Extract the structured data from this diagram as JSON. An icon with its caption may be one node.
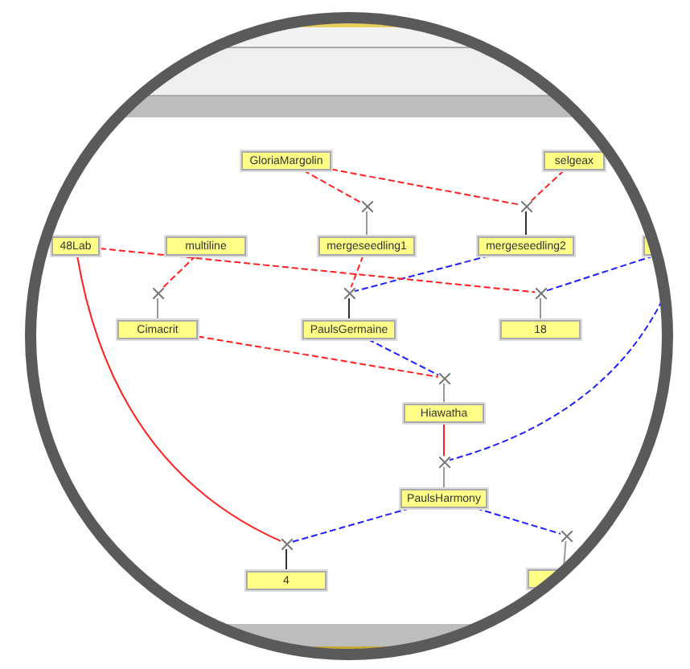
{
  "diagram": {
    "nodes": [
      {
        "text": [
          "GloriaMargolin"
        ]
      },
      {
        "text": [
          "selgeax"
        ]
      },
      {
        "text": [
          "48Lab"
        ]
      },
      {
        "text": [
          "multiline"
        ]
      },
      {
        "text": [
          "mergeseedling1"
        ]
      },
      {
        "text": [
          "mergeseedling2"
        ]
      },
      {
        "text": [],
        "shape": "box"
      },
      {
        "text": [
          "Cimacrit"
        ]
      },
      {
        "text": [
          "PaulsGermaine"
        ]
      },
      {
        "text": [
          "18"
        ]
      },
      {
        "text": [
          "Hiawatha"
        ]
      },
      {
        "text": [
          "PaulsHarmony"
        ]
      },
      {
        "text": [
          "4"
        ]
      },
      {
        "text": [],
        "shape": "box"
      },
      {
        "text": [],
        "shape": "cross"
      },
      {
        "text": [],
        "shape": "cross"
      },
      {
        "text": [],
        "shape": "cross"
      },
      {
        "text": [],
        "shape": "cross"
      },
      {
        "text": [],
        "shape": "cross"
      },
      {
        "text": [],
        "shape": "cross"
      },
      {
        "text": [],
        "shape": "cross"
      },
      {
        "text": [],
        "shape": "cross"
      },
      {
        "text": [],
        "shape": "cross"
      }
    ],
    "edges": [
      {
        "from": 0,
        "to": 14,
        "arrow": "none",
        "style": "dashed",
        "color": "#ff2020"
      },
      {
        "from": 14,
        "to": 4,
        "arrow": "none",
        "color": "#999999"
      },
      {
        "from": 0,
        "to": 15,
        "arrow": "none",
        "style": "dashed",
        "color": "#ff2020"
      },
      {
        "from": 1,
        "to": 15,
        "arrow": "none",
        "style": "dashed",
        "color": "#ff2020"
      },
      {
        "from": 15,
        "to": 5,
        "arrow": "none",
        "color": "#333333"
      },
      {
        "from": 3,
        "to": 16,
        "arrow": "none",
        "style": "dashed",
        "color": "#ff2020"
      },
      {
        "from": 16,
        "to": 7,
        "arrow": "none",
        "color": "#999999"
      },
      {
        "from": 4,
        "to": 17,
        "arrow": "none",
        "style": "dashed",
        "color": "#ff2020"
      },
      {
        "from": 5,
        "to": 17,
        "arrow": "none",
        "style": "dashed",
        "color": "#2020ff"
      },
      {
        "from": 17,
        "to": 8,
        "arrow": "none",
        "color": "#333333"
      },
      {
        "from": 2,
        "to": 18,
        "arrow": "none",
        "style": "dashed",
        "color": "#ff2020"
      },
      {
        "from": 6,
        "to": 18,
        "arrow": "none",
        "style": "dashed",
        "color": "#2020ff"
      },
      {
        "from": 18,
        "to": 9,
        "arrow": "none",
        "color": "#999999"
      },
      {
        "from": 7,
        "to": 19,
        "arrow": "none",
        "style": "dashed",
        "color": "#ff2020"
      },
      {
        "from": 8,
        "to": 19,
        "arrow": "none",
        "style": "dashed",
        "color": "#2020ff"
      },
      {
        "from": 19,
        "to": 10,
        "arrow": "none",
        "color": "#999999"
      },
      {
        "from": 10,
        "to": 20,
        "arrow": "none",
        "color": "#ff2020"
      },
      {
        "from": 6,
        "to": 20,
        "arrow": "none",
        "style": "dashed",
        "color": "#2020ff"
      },
      {
        "from": 20,
        "to": 11,
        "arrow": "none",
        "color": "#999999"
      },
      {
        "from": 2,
        "to": 21,
        "arrow": "none",
        "color": "#ff2020"
      },
      {
        "from": 11,
        "to": 21,
        "arrow": "none",
        "style": "dashed",
        "color": "#2020ff"
      },
      {
        "from": 21,
        "to": 12,
        "arrow": "none",
        "color": "#333333"
      },
      {
        "from": 11,
        "to": 22,
        "arrow": "none",
        "style": "dashed",
        "color": "#2020ff"
      },
      {
        "from": 22,
        "to": 13,
        "arrow": "none",
        "color": "#999999"
      }
    ]
  }
}
